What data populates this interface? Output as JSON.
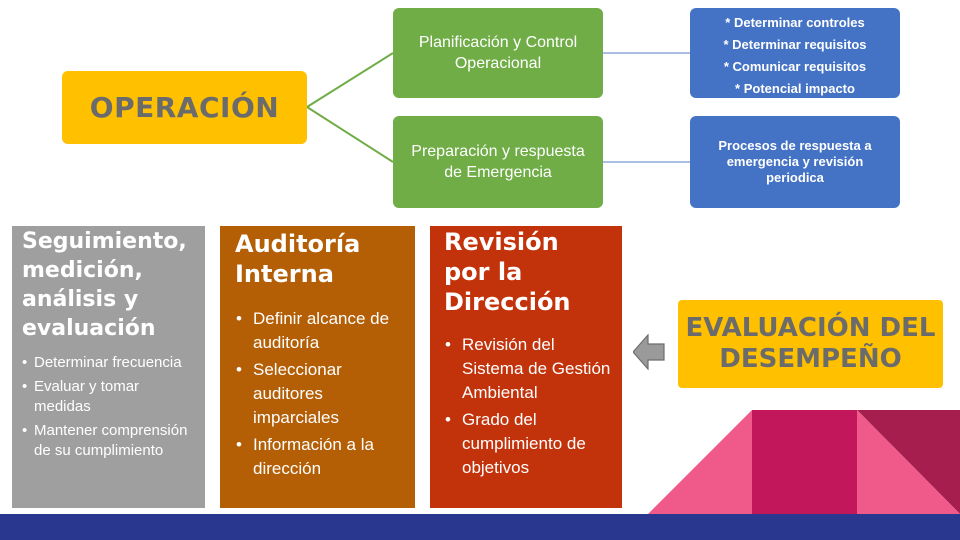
{
  "operacion": {
    "label": "OPERACIÓN"
  },
  "branches": [
    {
      "title": "Planificación y Control Operacional",
      "details": [
        "* Determinar controles",
        "* Determinar requisitos",
        "* Comunicar requisitos",
        "* Potencial impacto"
      ]
    },
    {
      "title": "Preparación y respuesta de Emergencia",
      "detail": "Procesos de respuesta a emergencia y revisión periodica"
    }
  ],
  "columns": [
    {
      "title": "Seguimiento, medición, análisis y evaluación",
      "items": [
        "Determinar frecuencia",
        "Evaluar y tomar medidas",
        "Mantener comprensión de su cumplimiento"
      ]
    },
    {
      "title": "Auditoría Interna",
      "items": [
        "Definir alcance de auditoría",
        "Seleccionar auditores imparciales",
        "Información a la dirección"
      ]
    },
    {
      "title": "Revisión por la Dirección",
      "items": [
        "Revisión del Sistema de Gestión Ambiental",
        "Grado del cumplimiento de objetivos"
      ]
    }
  ],
  "evaluacion": {
    "label": "EVALUACIÓN DEL DESEMPEÑO"
  },
  "colors": {
    "yellow": "#ffc000",
    "green": "#70ad47",
    "blue": "#4472c4",
    "gray": "#9f9f9f",
    "brown": "#b45f06",
    "red": "#c3330b",
    "navy": "#29388e",
    "pink": "#ef5a8a",
    "magenta": "#c2185b",
    "wine": "#a61e4d"
  }
}
